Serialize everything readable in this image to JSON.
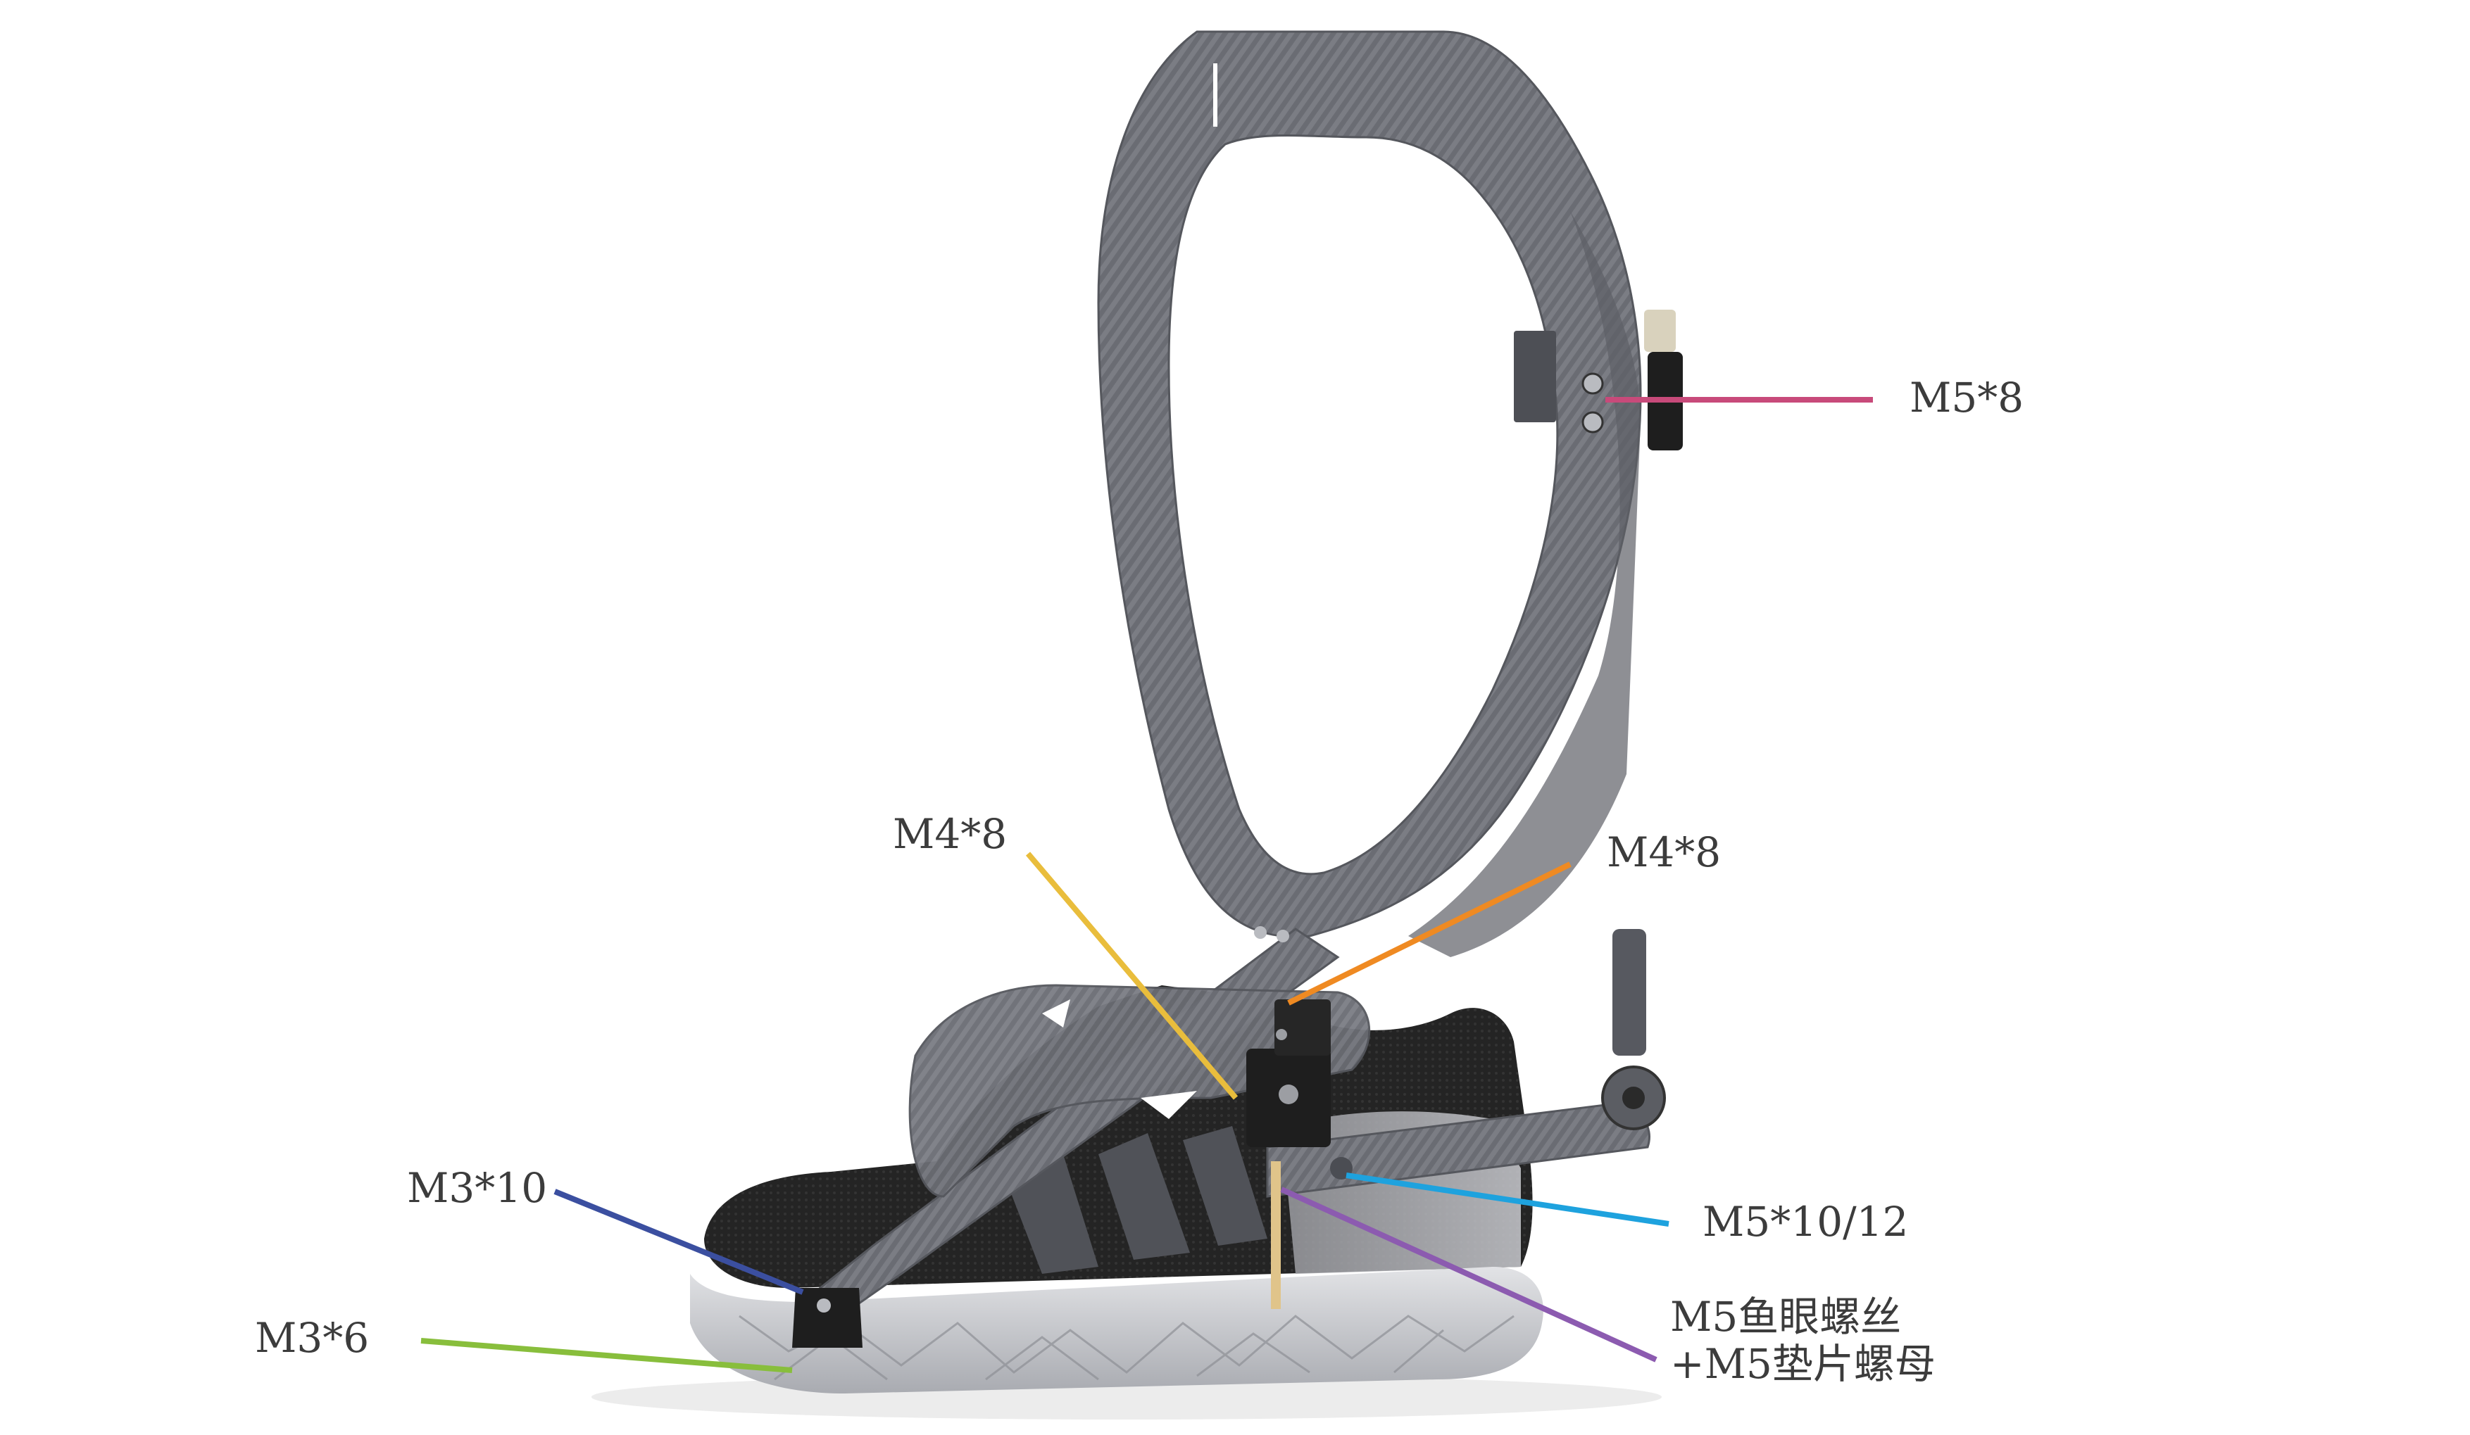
{
  "labels": {
    "m5x8": "M5*8",
    "m4x8_left": "M4*8",
    "m4x8_right": "M4*8",
    "m3x10": "M3*10",
    "m5x10_12": "M5*10/12",
    "m3x6": "M3*6",
    "m5_rod_end": [
      "M5鱼眼螺丝",
      "+M5垫片螺母"
    ]
  },
  "colors": {
    "m5x8": "#c84a7a",
    "m4x8_left": "#e9bd3c",
    "m4x8_right": "#ef8a22",
    "m3x10": "#3b4fa0",
    "m5x10_12": "#1ea2de",
    "m3x6": "#88be3c",
    "m5_rod_end": "#8c5bb0",
    "frame": "#6d6f76",
    "shoe": "#262626",
    "sole": "#c7c9ce"
  }
}
